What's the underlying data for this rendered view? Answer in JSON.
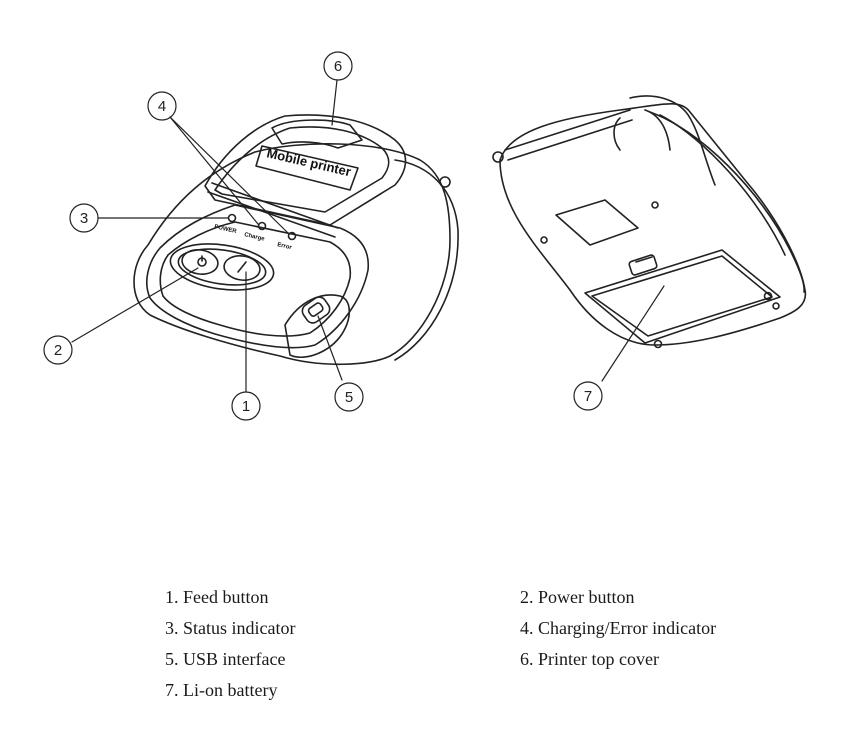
{
  "device": {
    "top_cover_label": "Mobile printer",
    "indicator_labels": [
      "POWER",
      "Charge",
      "Error"
    ]
  },
  "callouts": [
    "1",
    "2",
    "3",
    "4",
    "5",
    "6",
    "7"
  ],
  "legend": {
    "left": [
      "1. Feed button",
      "3. Status indicator",
      "5. USB interface",
      "7. Li-on battery"
    ],
    "right": [
      "2. Power button",
      "4. Charging/Error indicator",
      "6. Printer top cover"
    ]
  }
}
